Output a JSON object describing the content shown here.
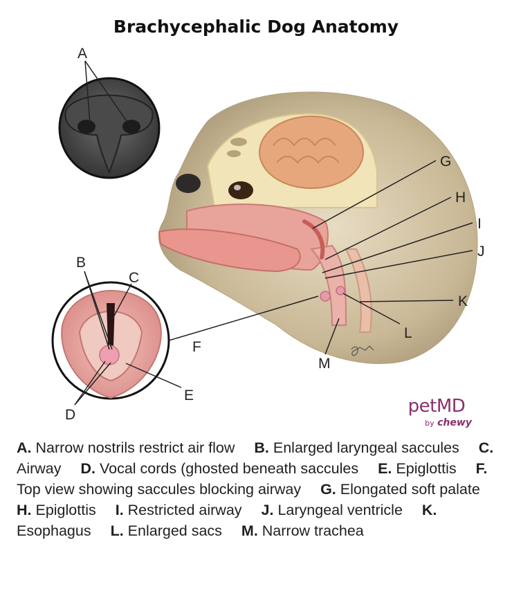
{
  "title": "Brachycephalic Dog Anatomy",
  "labels": [
    "A",
    "B",
    "C",
    "D",
    "E",
    "F",
    "G",
    "H",
    "I",
    "J",
    "K",
    "L",
    "M"
  ],
  "brand": {
    "name": "petMD",
    "by": "by",
    "partner": "chewy"
  },
  "legend": [
    {
      "letter": "A.",
      "text": "Narrow nostrils restrict air flow"
    },
    {
      "letter": "B.",
      "text": "Enlarged laryngeal saccules"
    },
    {
      "letter": "C.",
      "text": "Airway"
    },
    {
      "letter": "D.",
      "text": "Vocal cords (ghosted beneath saccules"
    },
    {
      "letter": "E.",
      "text": "Epiglottis"
    },
    {
      "letter": "F.",
      "text": "Top view showing saccules blocking airway"
    },
    {
      "letter": "G.",
      "text": "Elongated soft palate"
    },
    {
      "letter": "H.",
      "text": "Epiglottis"
    },
    {
      "letter": "I.",
      "text": "Restricted airway"
    },
    {
      "letter": "J.",
      "text": "Laryngeal ventricle"
    },
    {
      "letter": "K.",
      "text": "Esophagus"
    },
    {
      "letter": "L.",
      "text": "Enlarged sacs"
    },
    {
      "letter": "M.",
      "text": "Narrow trachea"
    }
  ]
}
